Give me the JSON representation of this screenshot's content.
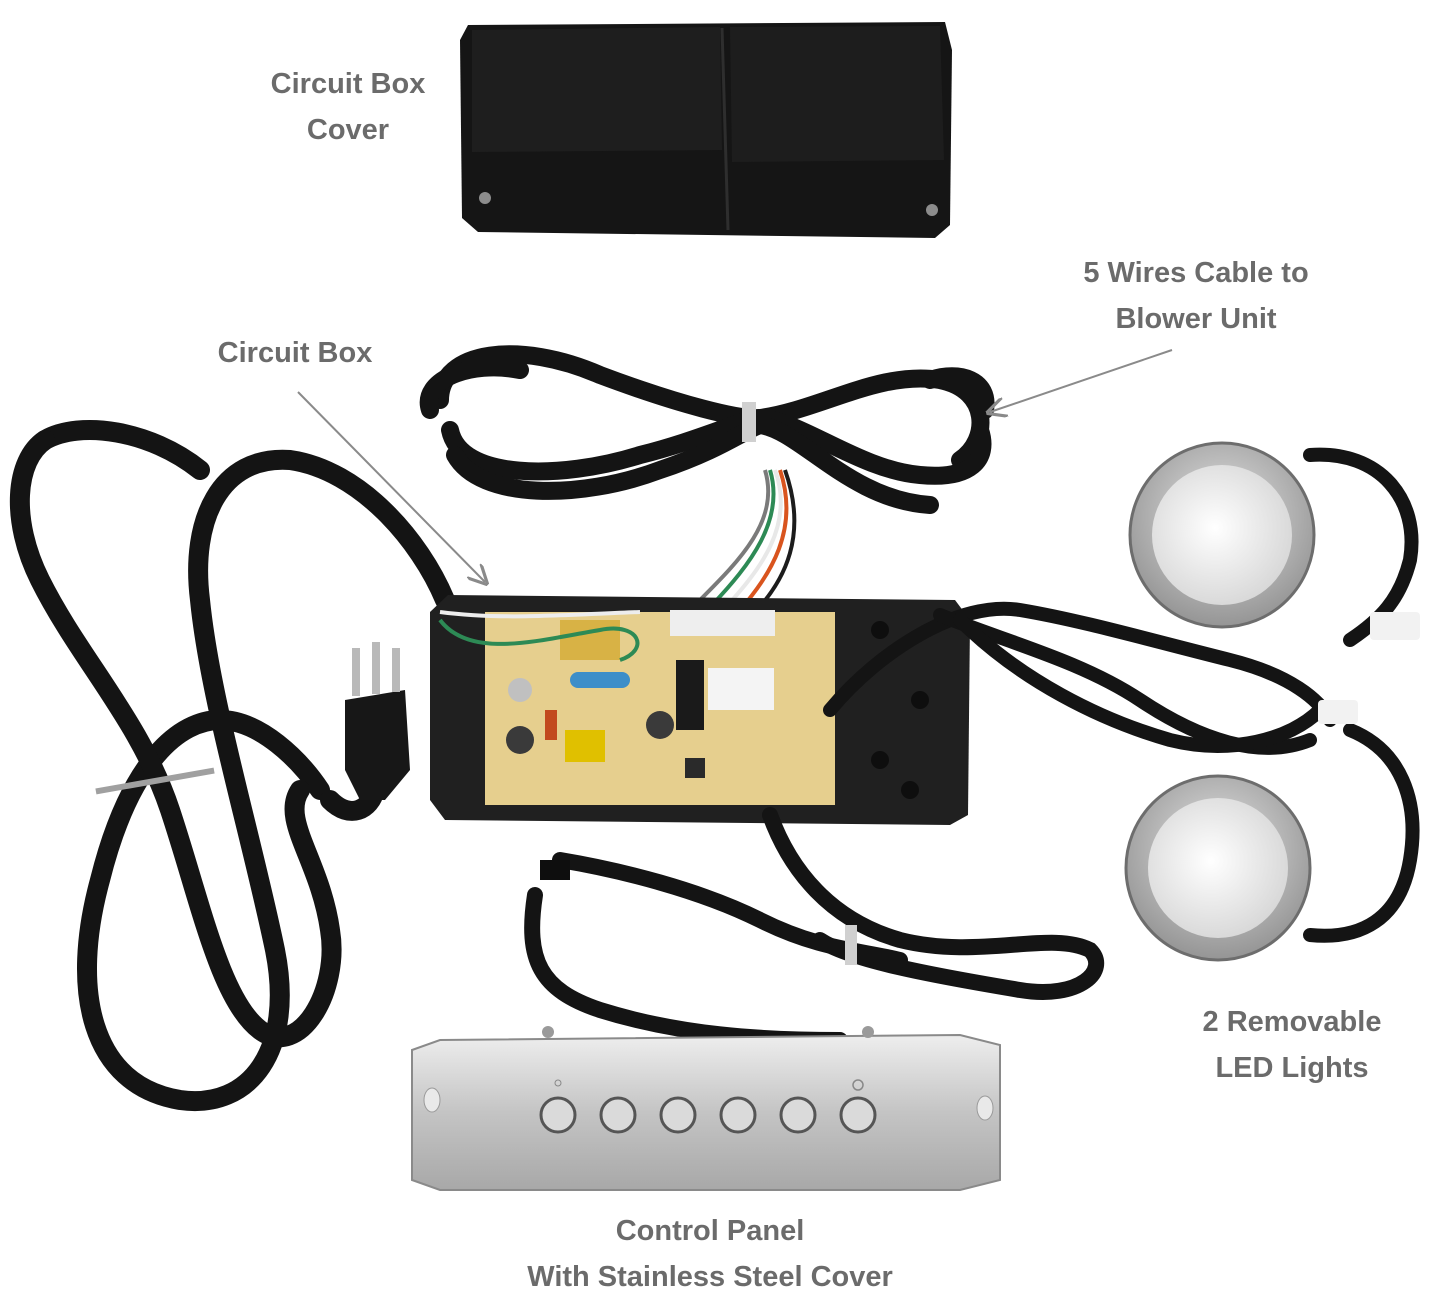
{
  "labels": {
    "circuit_box_cover": {
      "line1": "Circuit Box",
      "line2": "Cover"
    },
    "wires_cable": {
      "line1": "5 Wires Cable to",
      "line2": "Blower Unit"
    },
    "circuit_box": {
      "line1": "Circuit Box"
    },
    "led_lights": {
      "line1": "2 Removable",
      "line2": "LED Lights"
    },
    "control_panel": {
      "line1": "Control Panel",
      "line2": "With Stainless Steel Cover"
    }
  },
  "colors": {
    "label_text": "#6b6b6b",
    "arrow": "#8a8a8a",
    "cable": "#141414",
    "board": "#e6cf8e",
    "steel": "#c8c8c8"
  }
}
